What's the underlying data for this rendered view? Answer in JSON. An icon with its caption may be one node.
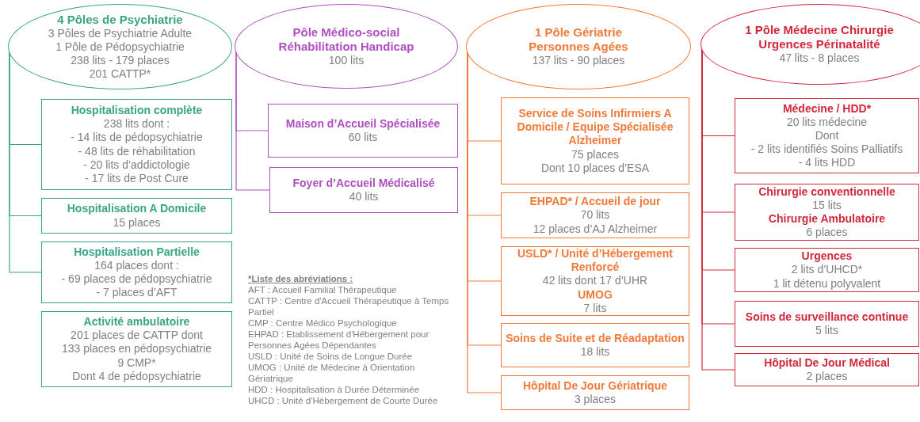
{
  "diagram": {
    "nodes": [
      {
        "text": [
          "4 Pôles de Psychiatrie",
          "3 Pôles de Psychiatrie Adulte",
          "1 Pôle de  Pédopsychiatrie",
          "238 lits - 179 places",
          "201 CATTP*"
        ]
      },
      {
        "text": [
          "Hospitalisation complète",
          "238 lits dont :",
          "- 14 lits de pédopsychiatrie",
          "- 48 lits de réhabilitation",
          "- 20 lits d’addictologie",
          "- 17 lits de Post Cure"
        ]
      },
      {
        "text": [
          "Hospitalisation A Domicile",
          "15 places"
        ]
      },
      {
        "text": [
          "Hospitalisation Partielle",
          "164 places dont :",
          "- 69 places de pédopsychiatrie",
          "- 7 places d’AFT"
        ]
      },
      {
        "text": [
          "Activité ambulatoire",
          "201 places de CATTP  dont",
          "133 places en pédopsychiatrie",
          "9 CMP*",
          "Dont 4 de pédopsychiatrie"
        ]
      },
      {
        "text": [
          "Pôle Médico-social Réhabilitation Handicap",
          "100 lits"
        ]
      },
      {
        "text": [
          "Maison d’Accueil Spécialisée",
          "60 lits"
        ]
      },
      {
        "text": [
          "Foyer d’Accueil Médicalisé",
          "40 lits"
        ]
      },
      {
        "text": [
          "1 Pôle Gériatrie Personnes Agées",
          "137 lits - 90 places"
        ]
      },
      {
        "text": [
          "Service de Soins Infirmiers A Domicile / Equipe Spécialisée Alzheimer",
          "75 places",
          "Dont 10 places d’ESA"
        ]
      },
      {
        "text": [
          "EHPAD* / Accueil de jour",
          "70 lits",
          "12 places d’AJ Alzheimer"
        ]
      },
      {
        "text": [
          "USLD* / Unité d’Hébergement Renforcé",
          "42 lits dont 17 d’UHR",
          "UMOG",
          "7 lits"
        ]
      },
      {
        "text": [
          "Soins de Suite et de Réadaptation",
          "18 lits"
        ]
      },
      {
        "text": [
          "Hôpital De Jour Gériatrique",
          "3 places"
        ]
      },
      {
        "text": [
          "1 Pôle Médecine Chirurgie Urgences Périnatalité",
          "47 lits - 8 places"
        ]
      },
      {
        "text": [
          "Médecine / HDD*",
          "20 lits  médecine",
          "Dont",
          "- 2 lits identifiés Soins Palliatifs",
          "- 4 lits HDD"
        ]
      },
      {
        "text": [
          "Chirurgie conventionnelle",
          "15 lits",
          "Chirurgie Ambulatoire",
          "6 places"
        ]
      },
      {
        "text": [
          "Urgences",
          "2 lits d’UHCD*",
          "1 lit détenu polyvalent"
        ]
      },
      {
        "text": [
          "Soins de surveillance continue",
          "5 lits"
        ]
      },
      {
        "text": [
          "Hôpital De Jour Médical",
          "2 places"
        ]
      }
    ],
    "edges": [
      {
        "from": 0,
        "to": 1,
        "arrow": "none",
        "color": "#3aa585"
      },
      {
        "from": 0,
        "to": 2,
        "arrow": "none",
        "color": "#3aa585"
      },
      {
        "from": 0,
        "to": 3,
        "arrow": "none",
        "color": "#3aa585"
      },
      {
        "from": 5,
        "to": 6,
        "arrow": "none",
        "color": "#b04fc0"
      },
      {
        "from": 5,
        "to": 7,
        "arrow": "none",
        "color": "#b04fc0"
      },
      {
        "from": 8,
        "to": 9,
        "arrow": "none",
        "color": "#f07a3a"
      },
      {
        "from": 8,
        "to": 10,
        "arrow": "none",
        "color": "#f07a3a"
      },
      {
        "from": 8,
        "to": 11,
        "arrow": "none",
        "color": "#f07a3a"
      },
      {
        "from": 8,
        "to": 12,
        "arrow": "none",
        "color": "#f07a3a"
      },
      {
        "from": 8,
        "to": 13,
        "arrow": "none",
        "color": "#f07a3a"
      },
      {
        "from": 14,
        "to": 15,
        "arrow": "none",
        "color": "#d2283c"
      },
      {
        "from": 14,
        "to": 16,
        "arrow": "none",
        "color": "#d2283c"
      },
      {
        "from": 14,
        "to": 17,
        "arrow": "none",
        "color": "#d2283c"
      },
      {
        "from": 14,
        "to": 18,
        "arrow": "none",
        "color": "#d2283c"
      },
      {
        "from": 14,
        "to": 19,
        "arrow": "none",
        "color": "#d2283c"
      }
    ],
    "labels": [
      "*Liste des abréviations :",
      "AFT :  Accueil Familial Thérapeutique",
      "CATTP : Centre d'Accueil Thérapeutique à Temps Partiel",
      "CMP : Centre Médico Psychologique",
      "EHPAD : Etablissement d'Hébergement pour Personnes Agées Dépendantes",
      "USLD : Unité de Soins de Longue Durée",
      "UMOG : Unité de Médecine à Orientation Gériatrique",
      "HDD : Hospitalisation à Durée Déterminée",
      "UHCD : Unité d'Hébergement de Courte Durée"
    ]
  }
}
